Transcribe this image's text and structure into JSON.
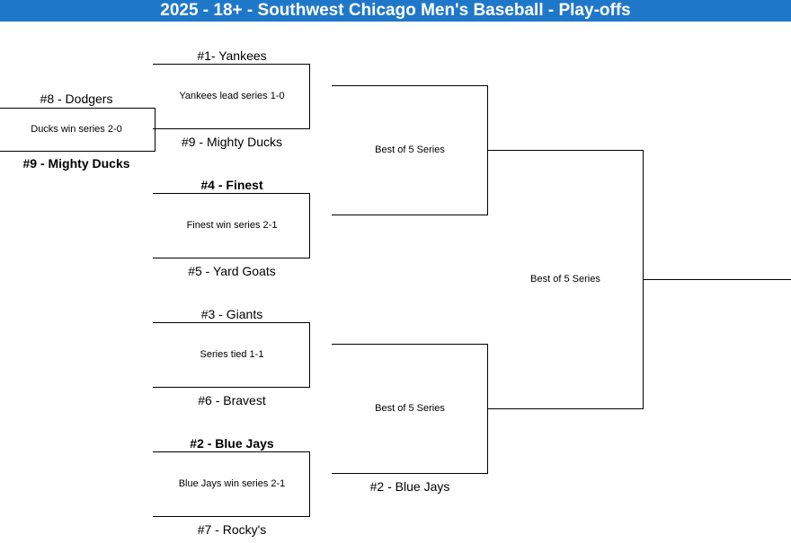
{
  "header": {
    "title": "2025 - 18+ - Southwest Chicago Men's Baseball  - Play-offs"
  },
  "wildcard": {
    "top": "#8 - Dodgers",
    "status": "Ducks win series 2-0",
    "bottom": "#9 - Mighty Ducks"
  },
  "round1": [
    {
      "top": "#1- Yankees",
      "status": "Yankees lead series 1-0",
      "bottom": "#9 - Mighty Ducks"
    },
    {
      "top": "#4 - Finest",
      "status": "Finest win series 2-1",
      "bottom": "#5 - Yard Goats"
    },
    {
      "top": "#3 - Giants",
      "status": "Series tied 1-1",
      "bottom": "#6 - Bravest"
    },
    {
      "top": "#2 - Blue Jays",
      "status": "Blue Jays win series 2-1",
      "bottom": "#7 - Rocky's"
    }
  ],
  "semis": [
    {
      "status": "Best of 5 Series"
    },
    {
      "status": "Best of 5 Series",
      "bottom": "#2 - Blue Jays"
    }
  ],
  "final": {
    "status": "Best of 5 Series"
  }
}
